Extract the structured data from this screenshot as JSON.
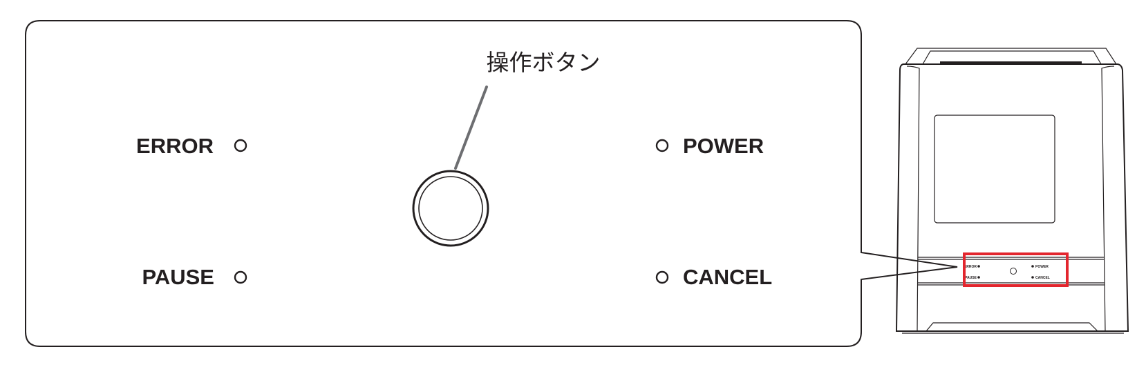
{
  "panel": {
    "button_callout": "操作ボタン",
    "leds": {
      "error": "ERROR",
      "pause": "PAUSE",
      "power": "POWER",
      "cancel": "CANCEL"
    }
  },
  "device": {
    "highlight_color": "#e3262e",
    "mini_labels": {
      "error": "ERROR",
      "pause": "PAUSE",
      "power": "POWER",
      "cancel": "CANCEL"
    }
  }
}
